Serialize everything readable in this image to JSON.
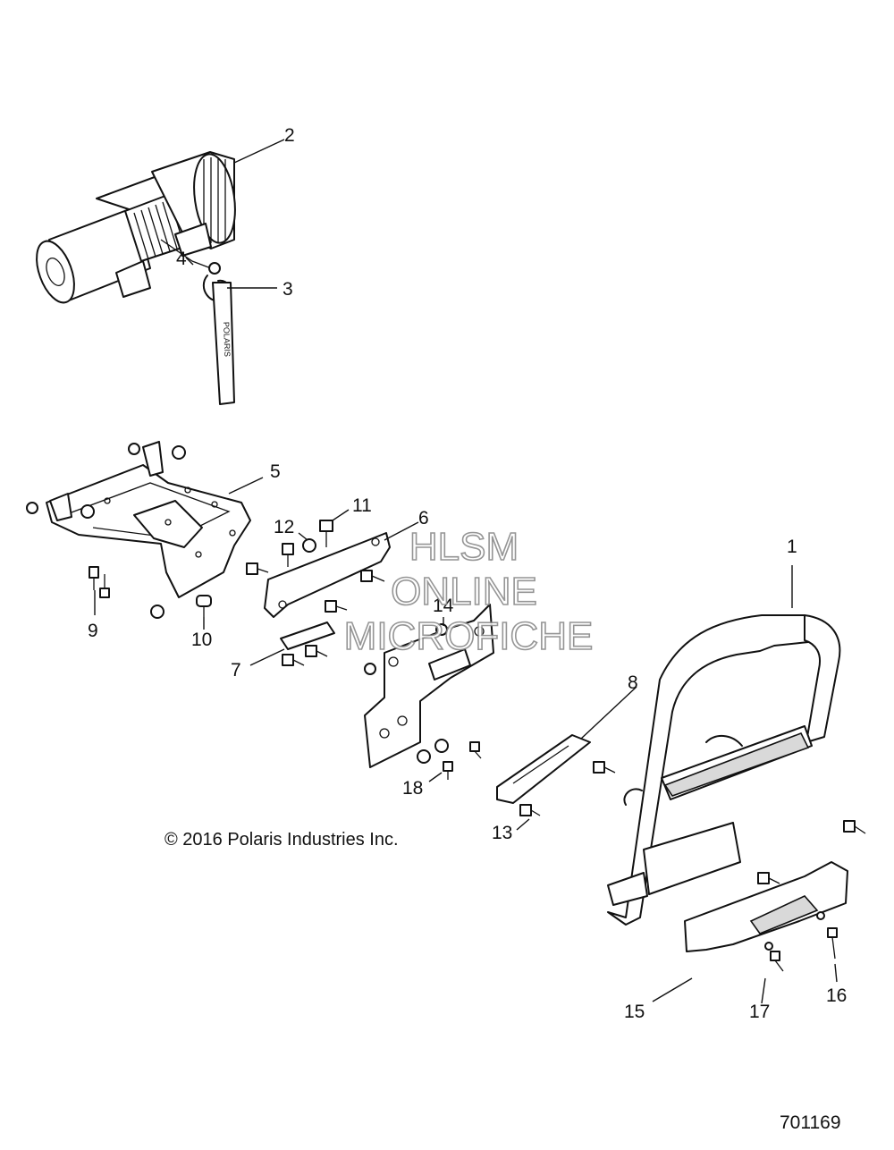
{
  "callouts": [
    {
      "num": "1"
    },
    {
      "num": "2"
    },
    {
      "num": "3"
    },
    {
      "num": "4"
    },
    {
      "num": "5"
    },
    {
      "num": "6"
    },
    {
      "num": "7"
    },
    {
      "num": "8"
    },
    {
      "num": "9"
    },
    {
      "num": "10"
    },
    {
      "num": "11"
    },
    {
      "num": "12"
    },
    {
      "num": "13"
    },
    {
      "num": "14"
    },
    {
      "num": "15"
    },
    {
      "num": "16"
    },
    {
      "num": "17"
    },
    {
      "num": "18"
    }
  ],
  "copyright": "© 2016 Polaris Industries Inc.",
  "figure_number": "701169",
  "watermark": {
    "line1": "HLSM",
    "line2": "ONLINE",
    "line3": "MICROFICHE"
  },
  "strap_text": "POLARIS"
}
